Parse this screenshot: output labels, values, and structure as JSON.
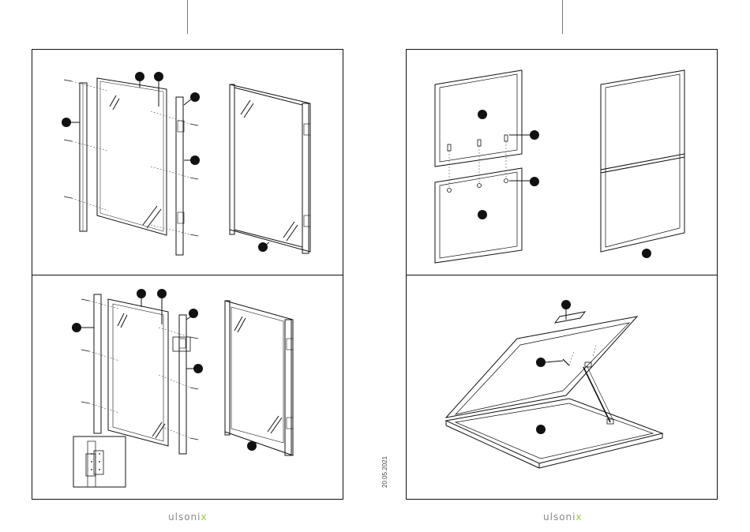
{
  "brand": {
    "name": "ulsoni",
    "accent": "x",
    "accent_color": "#9acd32"
  },
  "date": "20.05.2021",
  "colors": {
    "line": "#111111",
    "dash": "#555555",
    "callout": "#111111"
  },
  "panels": [
    {
      "id": "glass-wall-assembly"
    },
    {
      "id": "frame-wall-assembly"
    },
    {
      "id": "lid-panels-assembly"
    },
    {
      "id": "lid-gas-spring-assembly"
    }
  ]
}
